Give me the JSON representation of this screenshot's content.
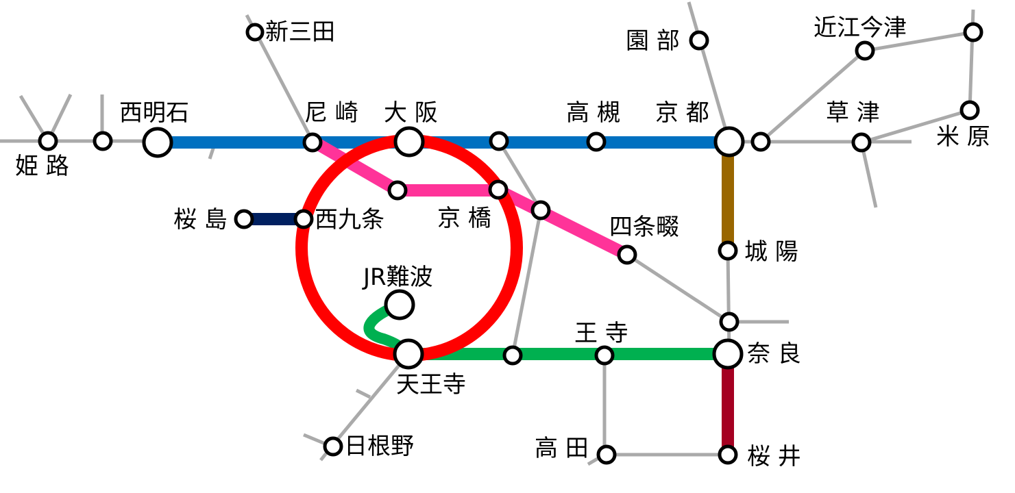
{
  "colors": {
    "background": "#ffffff",
    "branch_gray": "#aaaaaa",
    "kobe_kyoto_line": "#0070c0",
    "osaka_loop": "#ff0000",
    "gakkentoshi_tozai": "#ff3399",
    "yumesaki": "#002060",
    "yamatoji": "#00b050",
    "nara_line": "#996600",
    "sakurai_line": "#a50021",
    "station_stroke": "#000000",
    "station_fill": "#ffffff"
  },
  "stations": [
    {
      "id": "himeji",
      "name": "姫 路"
    },
    {
      "id": "nishi-akashi",
      "name": "西明石"
    },
    {
      "id": "shin-sanda",
      "name": "新三田"
    },
    {
      "id": "amagasaki",
      "name": "尼 崎"
    },
    {
      "id": "osaka",
      "name": "大 阪"
    },
    {
      "id": "takatsuki",
      "name": "高 槻"
    },
    {
      "id": "kyoto",
      "name": "京 都"
    },
    {
      "id": "sonobe",
      "name": "園 部"
    },
    {
      "id": "omi-imazu",
      "name": "近江今津"
    },
    {
      "id": "kusatsu",
      "name": "草 津"
    },
    {
      "id": "maibara",
      "name": "米 原"
    },
    {
      "id": "sakurajima",
      "name": "桜 島"
    },
    {
      "id": "nishikujo",
      "name": "西九条"
    },
    {
      "id": "kyobashi",
      "name": "京 橋"
    },
    {
      "id": "shijonawate",
      "name": "四条畷"
    },
    {
      "id": "joyo",
      "name": "城 陽"
    },
    {
      "id": "jr-namba",
      "name": "JR難波"
    },
    {
      "id": "tennoji",
      "name": "天王寺"
    },
    {
      "id": "oji",
      "name": "王 寺"
    },
    {
      "id": "nara",
      "name": "奈 良"
    },
    {
      "id": "hineno",
      "name": "日根野"
    },
    {
      "id": "takada",
      "name": "高 田"
    },
    {
      "id": "sakurai",
      "name": "桜 井"
    }
  ]
}
